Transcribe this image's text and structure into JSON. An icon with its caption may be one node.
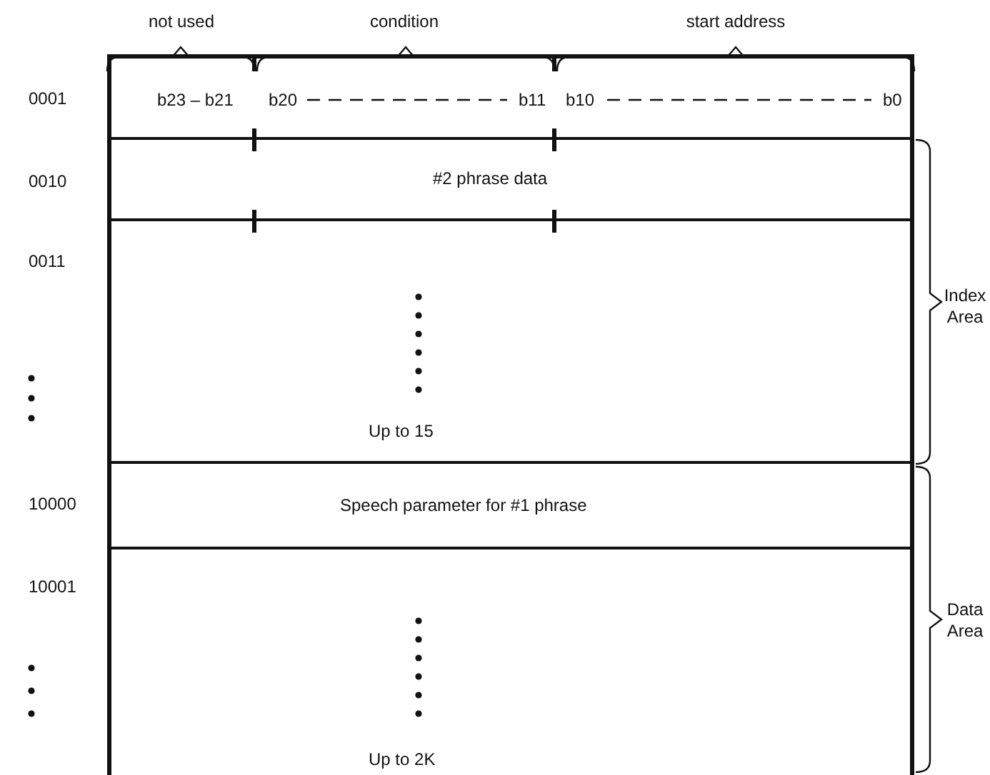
{
  "diagram": {
    "nodes": [
      {
        "text": [
          "b23 – b21",
          "b20",
          "b11",
          "b10",
          "b0"
        ]
      },
      {
        "text": [
          "#2 phrase data"
        ]
      },
      {
        "text": [
          "Up to 15"
        ]
      },
      {
        "text": [
          "Speech parameter for #1 phrase"
        ]
      },
      {
        "text": [
          "Up to 2K"
        ]
      }
    ],
    "labels": [
      "not used",
      "condition",
      "start address",
      "0001",
      "0010",
      "0011",
      "10000",
      "10001",
      "Index Area",
      "Data Area"
    ]
  }
}
